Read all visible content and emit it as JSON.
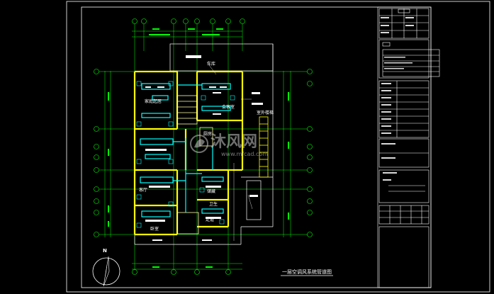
{
  "drawing": {
    "title": "一层空调风系统管道图",
    "north_label": "N",
    "watermark_main": "沐风网",
    "watermark_sub": "www.mfcad.com"
  },
  "rooms": [
    {
      "id": "room-garage",
      "label": "车库"
    },
    {
      "id": "room-family-hall",
      "label": "家庭起居"
    },
    {
      "id": "room-meeting",
      "label": "会客室"
    },
    {
      "id": "room-outdoor-stair",
      "label": "室外楼梯"
    },
    {
      "id": "room-kitchen",
      "label": "厨房"
    },
    {
      "id": "room-living",
      "label": "客厅"
    },
    {
      "id": "room-store",
      "label": "储藏"
    },
    {
      "id": "room-bath",
      "label": "卫生"
    },
    {
      "id": "room-bedroom",
      "label": "卧室"
    },
    {
      "id": "room-corridor",
      "label": "走道"
    }
  ],
  "colors": {
    "background": "#000000",
    "frame": "#ffffff",
    "wall": "#ffff00",
    "grid_axis": "#00ff00",
    "duct": "#00ffff",
    "annotation": "#ffffff"
  }
}
